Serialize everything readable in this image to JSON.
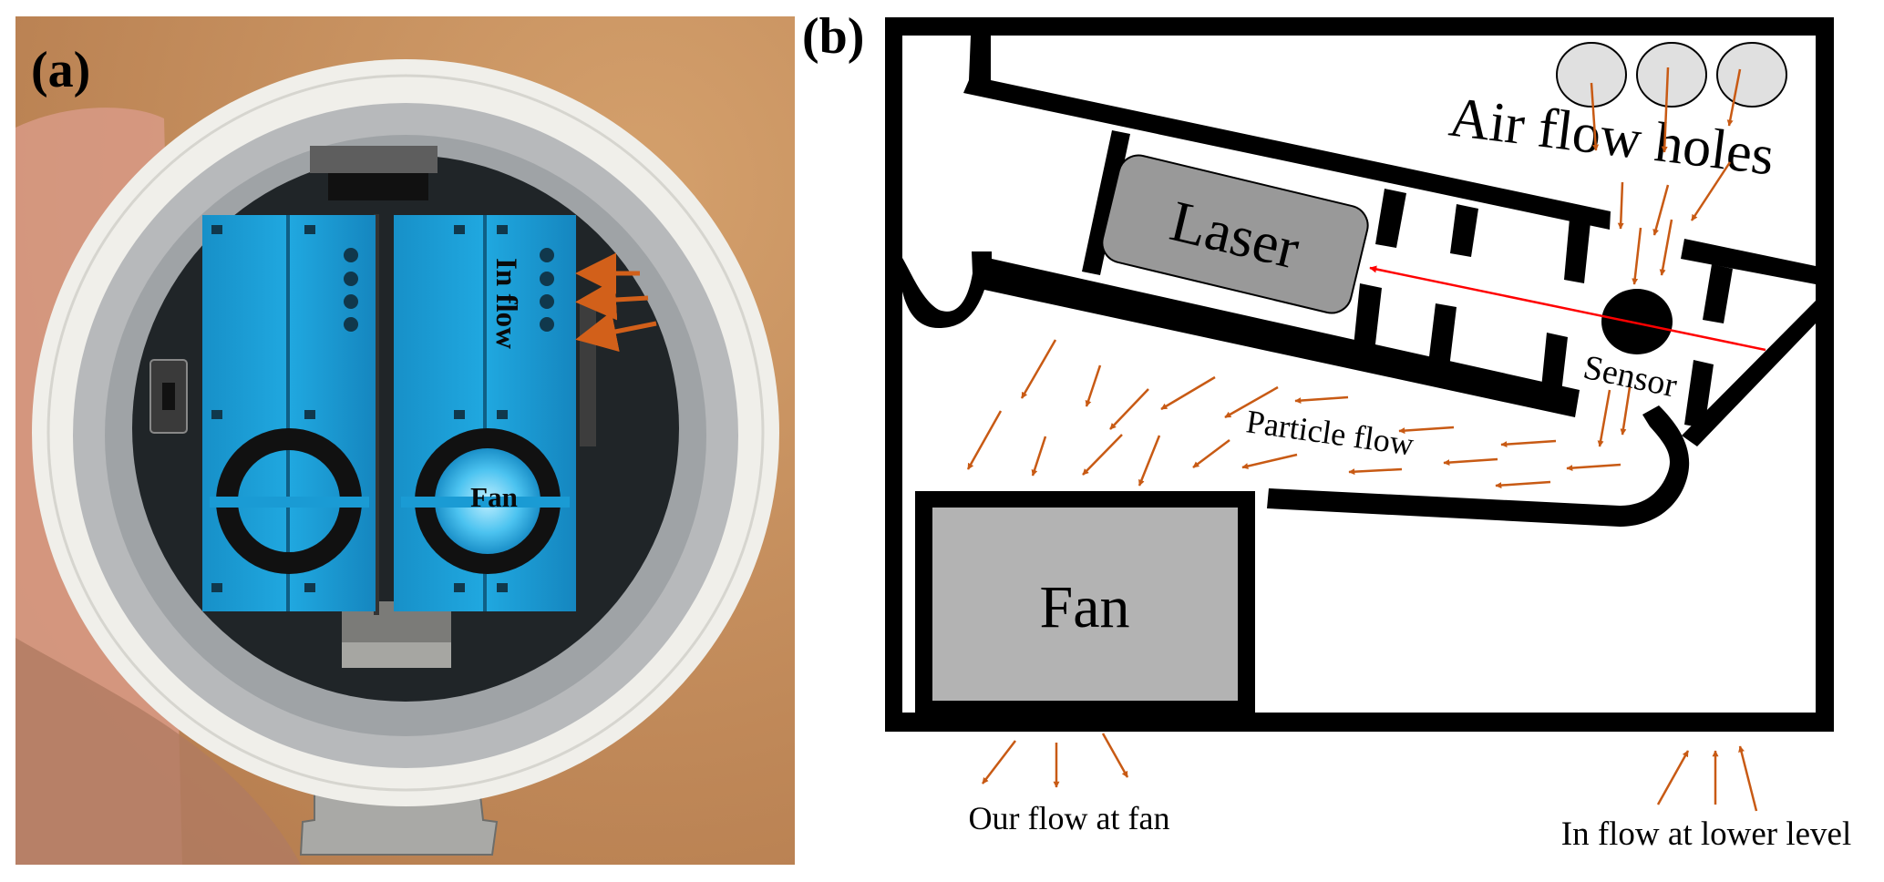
{
  "figure": {
    "panel_a": {
      "label": "(a)",
      "description": "Photo of sensor enclosure: white pipe with two blue particle sensors",
      "annotations": {
        "in_flow": "In flow",
        "fan": "Fan"
      },
      "colors": {
        "background": "#c8925f",
        "pipe": "#eeeeea",
        "sensor_body": "#1aa0d6",
        "arrow": "#d2601a"
      }
    },
    "panel_b": {
      "label": "(b)",
      "labels": {
        "laser": "Laser",
        "air_flow_holes": "Air flow holes",
        "sensor": "Sensor",
        "particle_flow": "Particle flow",
        "fan": "Fan",
        "out_flow": "Our flow at fan",
        "in_flow_lower": "In flow at lower level"
      },
      "colors": {
        "wall": "#000000",
        "laser_fill": "#999999",
        "fan_fill": "#b3b3b3",
        "hole_fill": "#e0e0e0",
        "flow_arrow": "#c85a14",
        "laser_beam": "#ff0000"
      },
      "air_flow_hole_count": 3
    }
  }
}
